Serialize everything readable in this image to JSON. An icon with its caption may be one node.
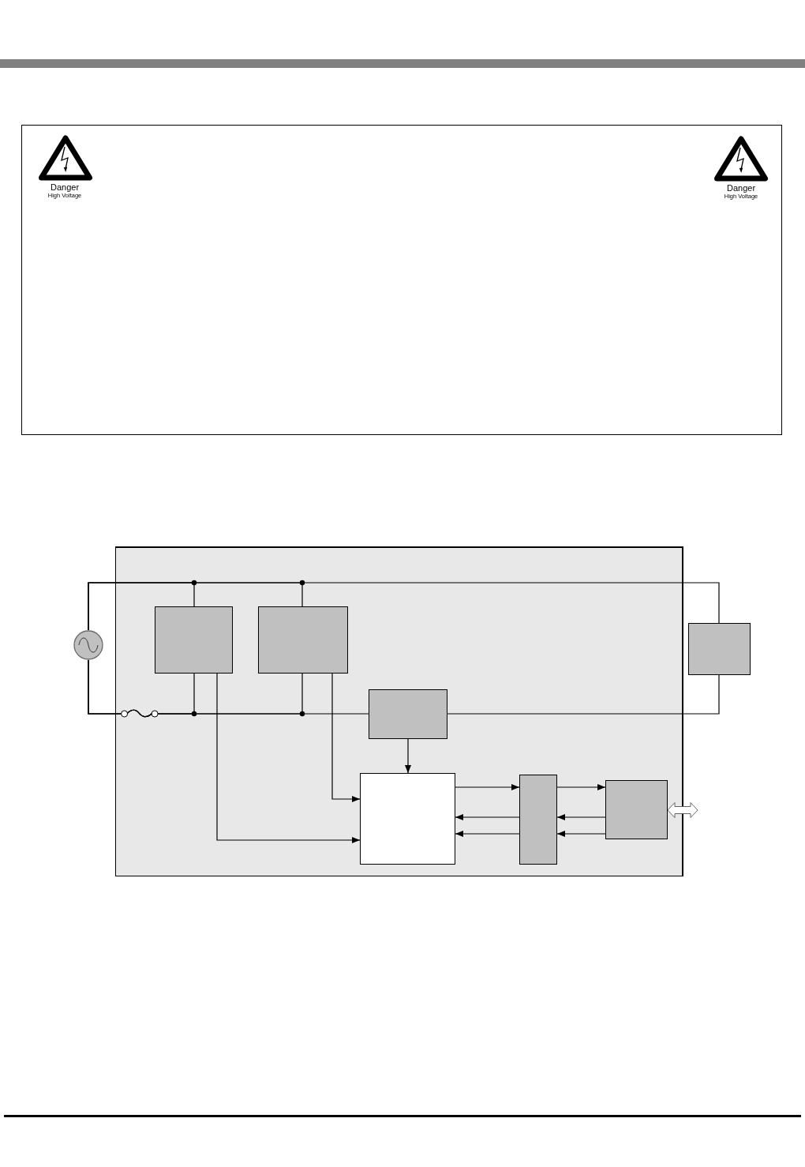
{
  "diagram": {
    "nodes": [
      {
        "text": [
          "Danger",
          "High Voltage",
          "Danger",
          "High Voltage"
        ]
      },
      {
        "text": [],
        "shape": "circle"
      },
      {
        "text": [],
        "shape": "box"
      },
      {
        "text": [],
        "shape": "box",
        "in": 2
      },
      {
        "text": [],
        "shape": "box",
        "in": 2
      },
      {
        "text": [],
        "shape": "box",
        "in": 2
      },
      {
        "text": [],
        "shape": "box",
        "in": 2
      },
      {
        "text": [],
        "shape": "box",
        "in": 2
      },
      {
        "text": [],
        "shape": "box",
        "in": 2
      },
      {
        "text": [],
        "shape": "box"
      }
    ],
    "edges": [
      {
        "from": 1,
        "to": 3,
        "arrow": "none"
      },
      {
        "from": 1,
        "to": 4,
        "arrow": "none"
      },
      {
        "from": 1,
        "to": 9,
        "arrow": "none"
      },
      {
        "from": 1,
        "to": 3,
        "arrow": "none"
      },
      {
        "from": 1,
        "to": 4,
        "arrow": "none"
      },
      {
        "from": 1,
        "to": 5,
        "arrow": "none"
      },
      {
        "from": 5,
        "to": 9,
        "arrow": "none"
      },
      {
        "from": 3,
        "to": 6,
        "arrow": "to"
      },
      {
        "from": 4,
        "to": 6,
        "arrow": "to"
      },
      {
        "from": 5,
        "to": 6,
        "arrow": "to"
      },
      {
        "from": 6,
        "to": 7,
        "arrow": "to"
      },
      {
        "from": 7,
        "to": 6,
        "arrow": "to"
      },
      {
        "from": 7,
        "to": 6,
        "arrow": "to"
      },
      {
        "from": 7,
        "to": 8,
        "arrow": "to"
      },
      {
        "from": 8,
        "to": 7,
        "arrow": "to"
      },
      {
        "from": 8,
        "to": 7,
        "arrow": "to"
      },
      {
        "from": 8,
        "to": null,
        "arrow": "both",
        "style": "thick"
      }
    ]
  }
}
